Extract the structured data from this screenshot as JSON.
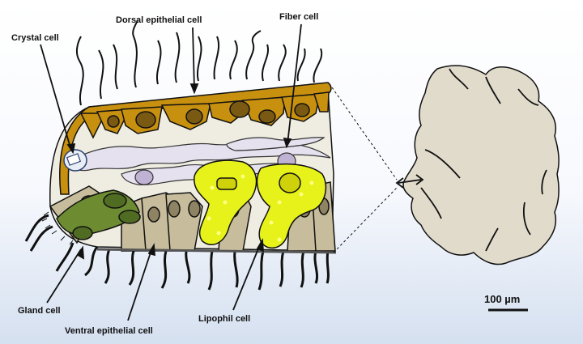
{
  "labels": {
    "dorsal_epithelial_cell": "Dorsal epithelial cell",
    "fiber_cell": "Fiber cell",
    "crystal_cell": "Crystal cell",
    "gland_cell": "Gland cell",
    "ventral_epithelial_cell": "Ventral epithelial cell",
    "lipophil_cell": "Lipophil cell"
  },
  "scale_bar": {
    "label": "100 µm"
  },
  "colors": {
    "dorsal_epithelium": "#c8900f",
    "dorsal_nucleus": "#7a5a13",
    "interior": "#efede2",
    "fiber": "#e6e1ef",
    "fiber_nucleus": "#c0b2d2",
    "gland": "#6d8c32",
    "gland_nucleus": "#4f6c22",
    "ventral": "#c7bc9c",
    "ventral_nucleus": "#8e8362",
    "lipophil": "#e6f21a",
    "lipophil_nucleus": "#cfd20a",
    "animal_outline": "#e1dbcb"
  }
}
